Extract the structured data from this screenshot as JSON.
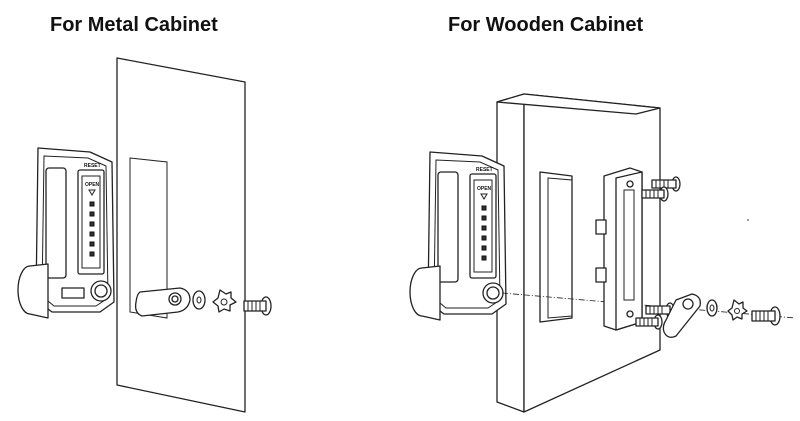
{
  "titles": {
    "metal": "For Metal Cabinet",
    "wooden": "For Wooden Cabinet"
  },
  "lock_labels": {
    "open": "OPEN",
    "reset": "RESET"
  }
}
